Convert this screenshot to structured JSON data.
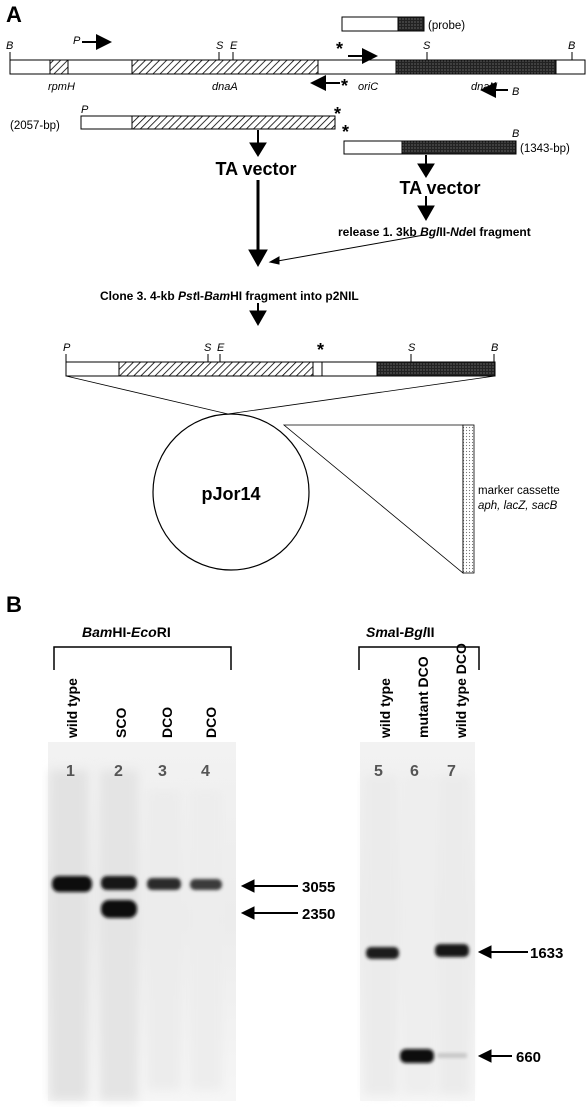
{
  "panel_a": {
    "label": "A",
    "probe_label": "(probe)",
    "sites": {
      "B": "B",
      "P": "P",
      "S": "S",
      "E": "E",
      "star": "*"
    },
    "genes": {
      "rpmH": "rpmH",
      "dnaA": "dnaA",
      "oriC": "oriC",
      "dnaN": "dnaN"
    },
    "fragment_left_size": "(2057-bp)",
    "fragment_right_size": "(1343-bp)",
    "ta_vector": "TA vector",
    "release_prefix": "release 1. 3kb ",
    "release_enzyme1": "Bgl",
    "release_enzyme1_suffix": "II-",
    "release_enzyme2": "Nde",
    "release_enzyme2_suffix": "I fragment",
    "clone_prefix": "Clone 3. 4-kb ",
    "clone_enzyme1": "Pst",
    "clone_enzyme1_suffix": "I-",
    "clone_enzyme2": "Bam",
    "clone_enzyme2_suffix": "HI fragment into p2NIL",
    "plasmid_name": "pJor14",
    "marker_title": "marker cassette",
    "marker_genes": "aph, lacZ, sacB"
  },
  "panel_b": {
    "label": "B",
    "left_digest_1": "Bam",
    "left_digest_2": "HI-",
    "left_digest_3": "Eco",
    "left_digest_4": "RI",
    "right_digest_1": "Sma",
    "right_digest_2": "I-",
    "right_digest_3": "Bgl",
    "right_digest_4": "II",
    "lanes_left": [
      {
        "number": "1",
        "label": "wild type"
      },
      {
        "number": "2",
        "label": "SCO"
      },
      {
        "number": "3",
        "label": "DCO"
      },
      {
        "number": "4",
        "label": "DCO"
      }
    ],
    "lanes_right": [
      {
        "number": "5",
        "label": "wild type"
      },
      {
        "number": "6",
        "label": "mutant DCO"
      },
      {
        "number": "7",
        "label": "wild type DCO"
      }
    ],
    "band_sizes_left": [
      "3055",
      "2350"
    ],
    "band_sizes_right": [
      "1633",
      "660"
    ]
  }
}
